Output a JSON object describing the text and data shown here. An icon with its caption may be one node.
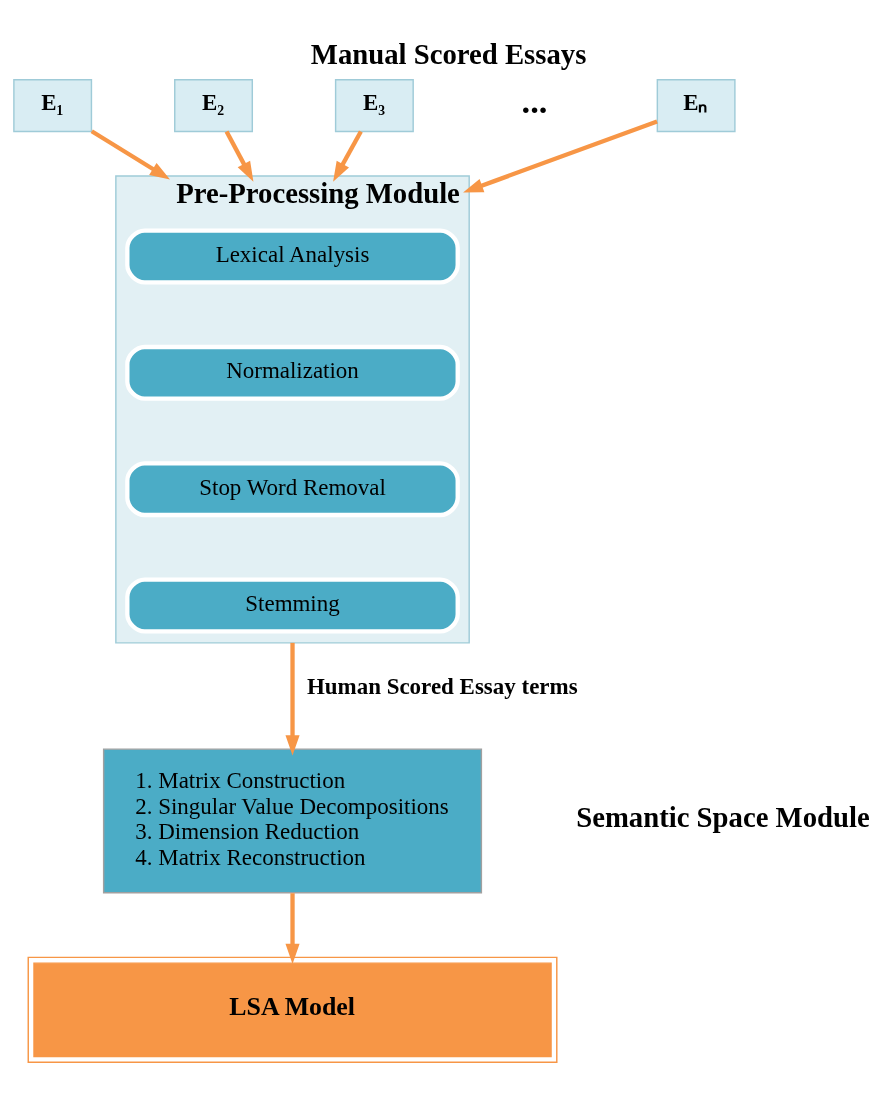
{
  "diagram": {
    "title": "Manual Scored Essays",
    "nodes": [
      {
        "text": [
          "E₁"
        ]
      },
      {
        "text": [
          "E₂"
        ]
      },
      {
        "text": [
          "E₃"
        ]
      },
      {
        "text": [
          "Eₙ"
        ]
      },
      {
        "text": [
          "Pre-Processing Module"
        ]
      },
      {
        "text": [
          "Lexical Analysis"
        ],
        "in": 4
      },
      {
        "text": [
          "Normalization"
        ],
        "in": 4
      },
      {
        "text": [
          "Stop Word Removal"
        ],
        "in": 4
      },
      {
        "text": [
          "Stemming"
        ],
        "in": 4
      },
      {
        "text": [
          "1. Matrix Construction",
          "2. Singular Value Decompositions",
          "3. Dimension Reduction",
          "4. Matrix Reconstruction"
        ],
        "beside": [
          "Semantic Space Module"
        ]
      },
      {
        "text": [
          "LSA Model"
        ]
      }
    ],
    "edges": [
      {
        "from": 0,
        "to": 4,
        "arrow": "to"
      },
      {
        "from": 1,
        "to": 4,
        "arrow": "to"
      },
      {
        "from": 2,
        "to": 4,
        "arrow": "to"
      },
      {
        "from": 3,
        "to": 4,
        "arrow": "to"
      },
      {
        "from": 4,
        "to": 9,
        "arrow": "to",
        "label": "Human Scored Essay terms"
      },
      {
        "from": 9,
        "to": 10,
        "arrow": "to"
      }
    ],
    "labels": [
      "..."
    ]
  }
}
